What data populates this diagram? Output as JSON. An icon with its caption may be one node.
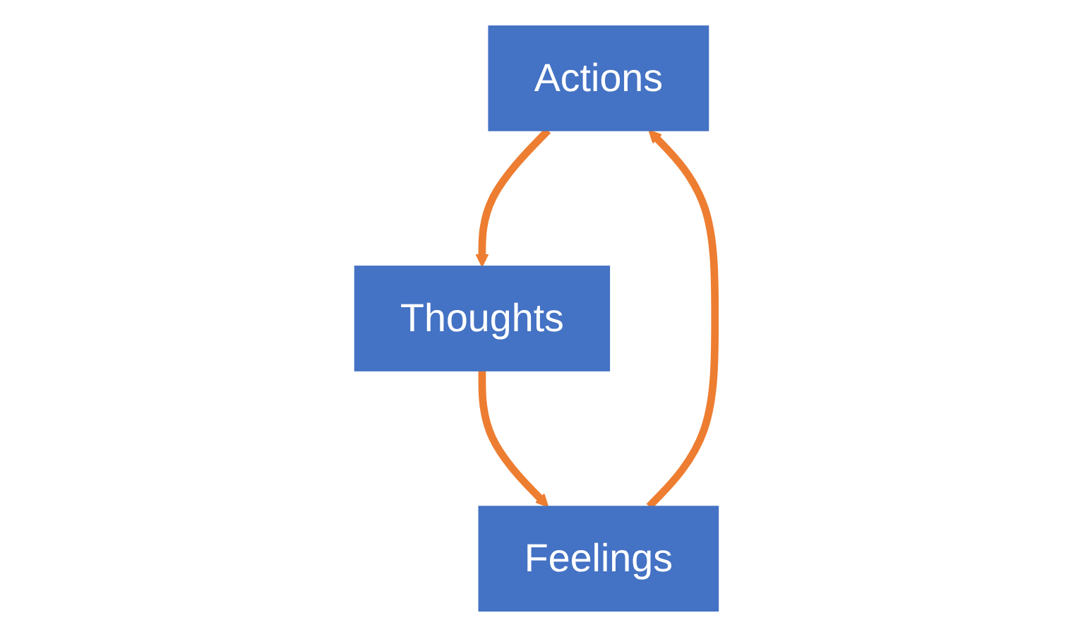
{
  "diagram": {
    "nodes": [
      {
        "text": [
          "Actions"
        ]
      },
      {
        "text": [
          "Thoughts"
        ]
      },
      {
        "text": [
          "Feelings"
        ]
      }
    ],
    "edges": [
      {
        "from": 0,
        "to": 1,
        "arrow": "to"
      },
      {
        "from": 1,
        "to": 2,
        "arrow": "to"
      },
      {
        "from": 2,
        "to": 0,
        "arrow": "to"
      }
    ]
  }
}
